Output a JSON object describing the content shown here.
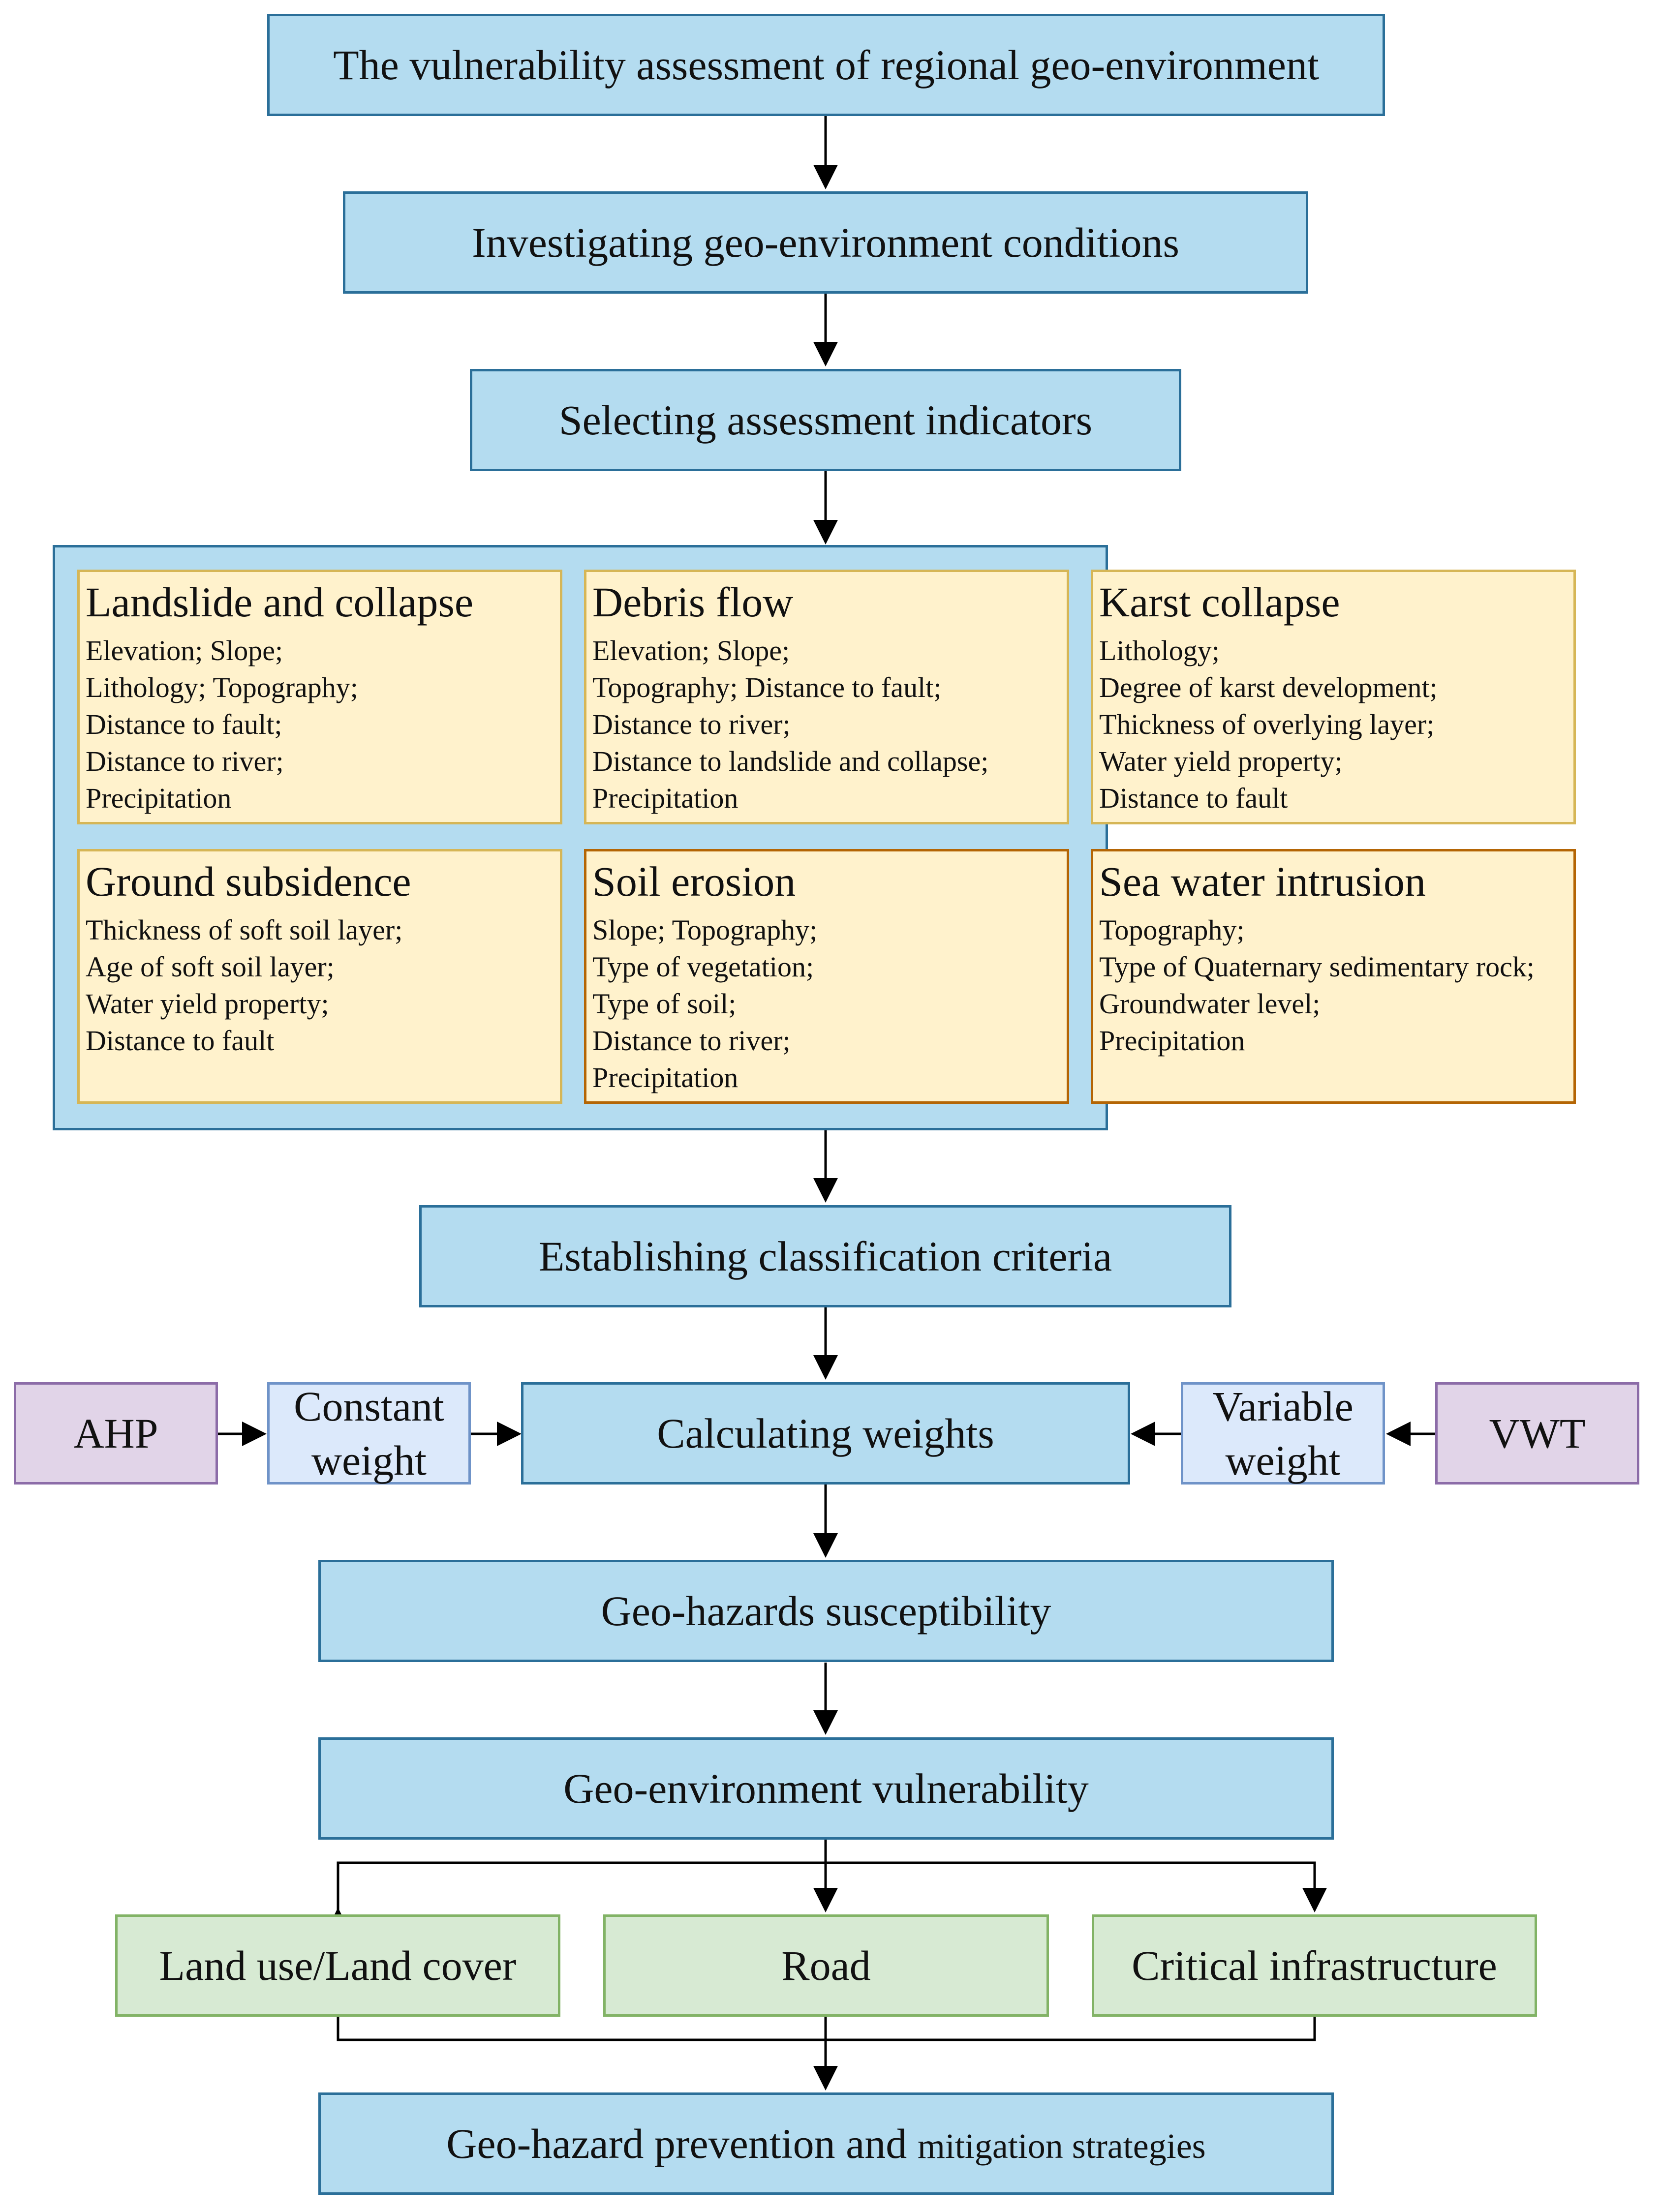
{
  "steps": {
    "title": "The vulnerability assessment of regional geo-environment",
    "investigate": "Investigating geo-environment conditions",
    "select": "Selecting assessment indicators",
    "criteria": "Establishing classification criteria",
    "weights": "Calculating weights",
    "susceptibility": "Geo-hazards susceptibility",
    "vulnerability": "Geo-environment vulnerability",
    "strategies_main": "Geo-hazard prevention and",
    "strategies_small": "mitigation strategies"
  },
  "hazards": [
    {
      "title": "Landslide and collapse",
      "items": [
        "Elevation; Slope;",
        "Lithology; Topography;",
        "Distance to fault;",
        "Distance to river;",
        "Precipitation"
      ]
    },
    {
      "title": "Debris flow",
      "items": [
        "Elevation; Slope;",
        "Topography; Distance to fault;",
        "Distance to river;",
        "Distance to landslide and collapse;",
        "Precipitation"
      ]
    },
    {
      "title": "Karst collapse",
      "items": [
        "Lithology;",
        "Degree of karst development;",
        "Thickness of overlying layer;",
        "Water yield property;",
        "Distance to fault"
      ]
    },
    {
      "title": "Ground subsidence",
      "items": [
        "Thickness of soft soil layer;",
        "Age of soft soil layer;",
        "Water yield property;",
        "Distance to fault"
      ]
    },
    {
      "title": "Soil erosion",
      "items": [
        "Slope; Topography;",
        "Type of vegetation;",
        "Type of soil;",
        "Distance to river;",
        "Precipitation"
      ]
    },
    {
      "title": "Sea water intrusion",
      "items": [
        "Topography;",
        "Type of Quaternary sedimentary rock;",
        "Groundwater level;",
        "Precipitation"
      ]
    }
  ],
  "methods": {
    "ahp": "AHP",
    "constant_weight": "Constant weight",
    "variable_weight": "Variable weight",
    "vwt": "VWT"
  },
  "elements": {
    "land_use": "Land use/Land cover",
    "road": "Road",
    "infrastructure": "Critical infrastructure"
  },
  "colors": {
    "process_fill": "#b4dcf0",
    "process_border": "#2b6f99",
    "card_fill": "#fff2cc",
    "card_border_light": "#d6b656",
    "card_border_dark": "#b46504",
    "method_fill": "#e1d4e8",
    "weight_fill": "#dce9fb",
    "element_fill": "#d7ead3",
    "element_border": "#82b366"
  }
}
